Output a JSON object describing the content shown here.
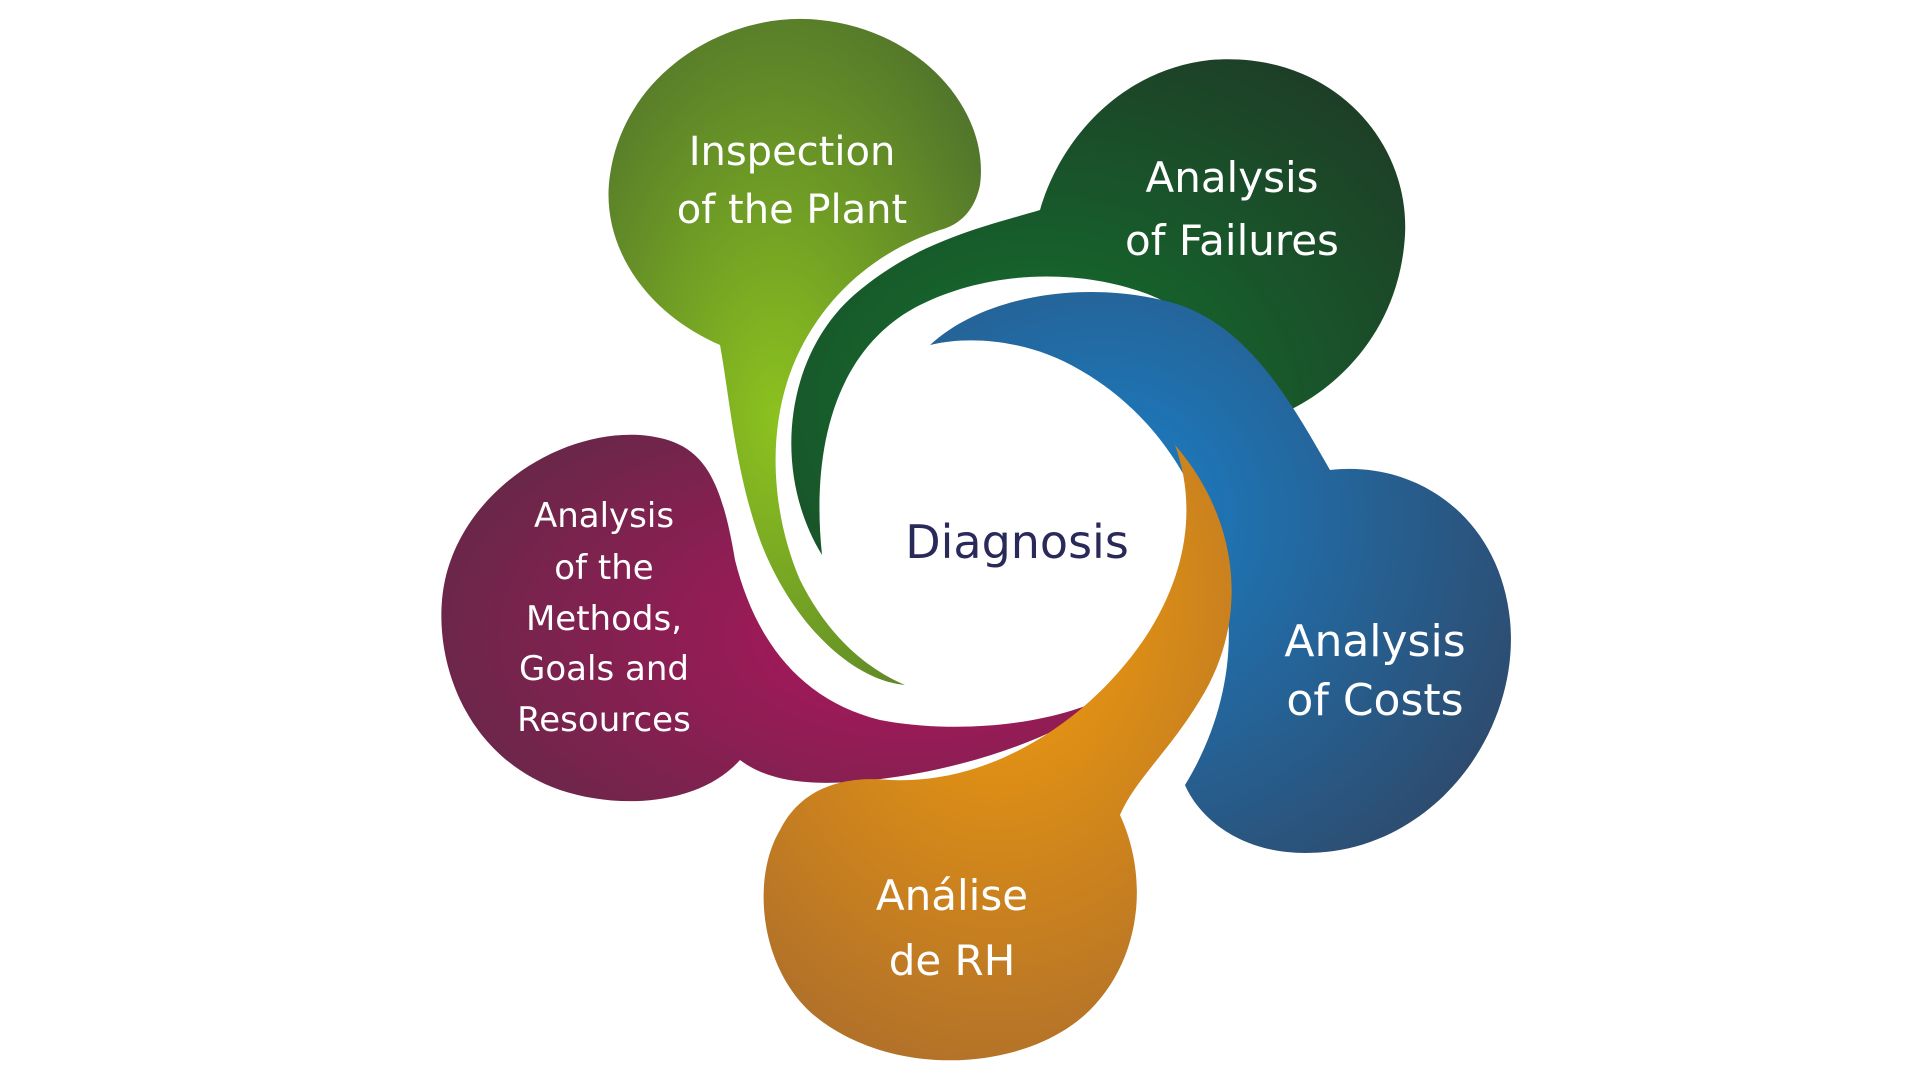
{
  "diagram": {
    "center": {
      "label": "Diagnosis",
      "color": "#2a2a5a"
    },
    "petals": {
      "inspection": {
        "lines": [
          "Inspection",
          "of the Plant"
        ],
        "color_light": "#8cc21f",
        "color_dark": "#4c6e2c"
      },
      "failures": {
        "lines": [
          "Analysis",
          "of Failures"
        ],
        "color_light": "#12732e",
        "color_dark": "#1e3e27"
      },
      "costs": {
        "lines": [
          "Analysis",
          "of Costs"
        ],
        "color_light": "#1a80c9",
        "color_dark": "#2e4a6c"
      },
      "hr": {
        "lines": [
          "Análise",
          "de RH"
        ],
        "color_light": "#f59e0b",
        "color_dark": "#b0702a"
      },
      "methods": {
        "lines": [
          "Analysis",
          "of the",
          "Methods,",
          "Goals and",
          "Resources"
        ],
        "color_light": "#b0155e",
        "color_dark": "#5e2a45"
      }
    }
  }
}
